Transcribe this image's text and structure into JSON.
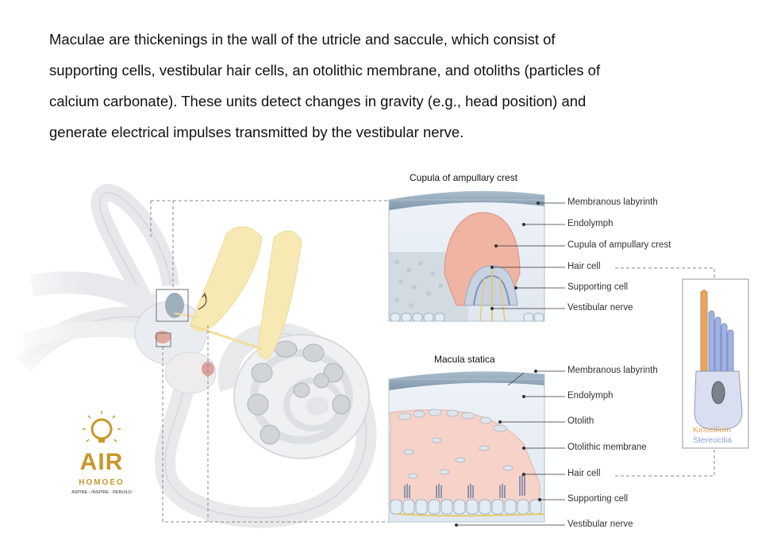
{
  "intro_lines": [
    "Maculae are thickenings in the wall of the utricle and saccule, which consist of",
    "supporting cells, vestibular hair cells, an otolithic membrane, and otoliths (particles of",
    "calcium carbonate). These units detect changes in gravity (e.g., head position) and",
    "generate electrical impulses transmitted by the vestibular nerve."
  ],
  "cupula_panel": {
    "title": "Cupula of ampullary crest",
    "labels": [
      "Membranous labyrinth",
      "Endolymph",
      "Cupula of ampullary crest",
      "Hair cell",
      "Supporting cell",
      "Vestibular nerve"
    ]
  },
  "macula_panel": {
    "title": "Macula statica",
    "labels": [
      "Membranous labyrinth",
      "Endolymph",
      "Otolith",
      "Otolithic membrane",
      "Hair cell",
      "Supporting cell",
      "Vestibular nerve"
    ]
  },
  "hair_cell_inset": {
    "kinocilium": "Kinocilium",
    "stereocilia": "Stereocilia"
  },
  "logo": {
    "brand": "AIR",
    "sub": "HOMOEO",
    "tagline": "ASPIRE - INSPIRE - REBUILD"
  },
  "colors": {
    "kinocilium": "#e8a45a",
    "stereocilia": "#8a9ed8",
    "logo_gold": "#c9962a"
  }
}
